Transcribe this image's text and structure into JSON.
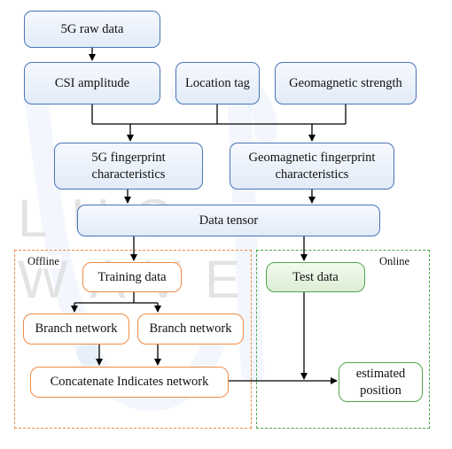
{
  "nodes": {
    "raw_data": "5G raw data",
    "csi_amplitude": "CSI amplitude",
    "location_tag": "Location tag",
    "geomagnetic_strength": "Geomagnetic strength",
    "fingerprint_5g": "5G fingerprint characteristics",
    "fingerprint_geomagnetic": "Geomagnetic fingerprint characteristics",
    "data_tensor": "Data tensor",
    "training_data": "Training data",
    "branch_network_left": "Branch network",
    "branch_network_right": "Branch network",
    "concatenate": "Concatenate Indicates network",
    "test_data": "Test data",
    "estimated_position": "estimated position"
  },
  "regions": {
    "offline": "Offline",
    "online": "Online"
  },
  "watermark": "LUO WAVE",
  "colors": {
    "blue_border": "#4a74b8",
    "orange_border": "#ee8b46",
    "green_border": "#4ea64e",
    "watermark_letters": "#dadada",
    "watermark_mark": "#2f6fe0"
  }
}
